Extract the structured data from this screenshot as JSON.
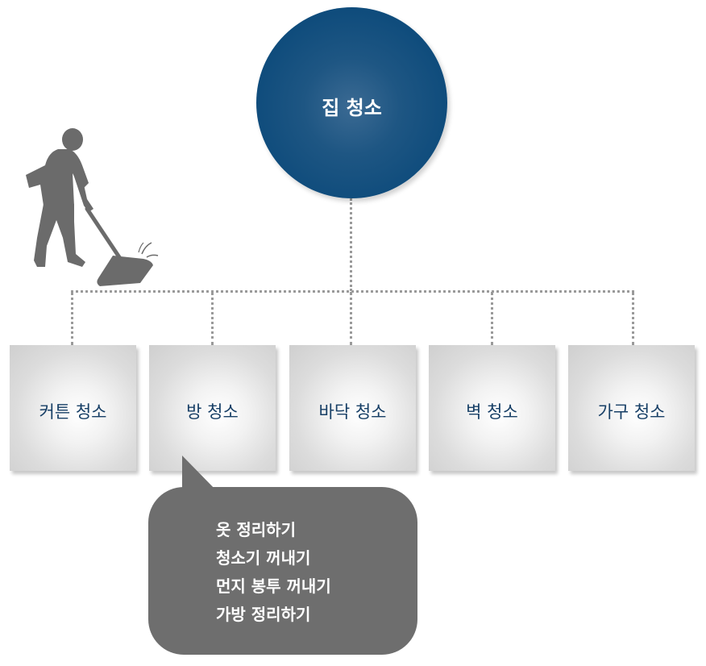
{
  "root": {
    "label": "집 청소",
    "color": "#0f4c7c"
  },
  "categories": [
    {
      "label": "커튼 청소"
    },
    {
      "label": "방 청소"
    },
    {
      "label": "바닥 청소"
    },
    {
      "label": "벽 청소"
    },
    {
      "label": "가구 청소"
    }
  ],
  "callout": {
    "attached_to": "방 청소",
    "items": [
      "옷 정리하기",
      "청소기 꺼내기",
      "먼지 봉투 꺼내기",
      "가방 정리하기"
    ],
    "color": "#6e6e6e"
  },
  "illustration": {
    "icon": "person-sweeping-icon",
    "color": "#6b6b6b"
  },
  "colors": {
    "box_text": "#173f66",
    "connector": "#9a9a9a"
  }
}
